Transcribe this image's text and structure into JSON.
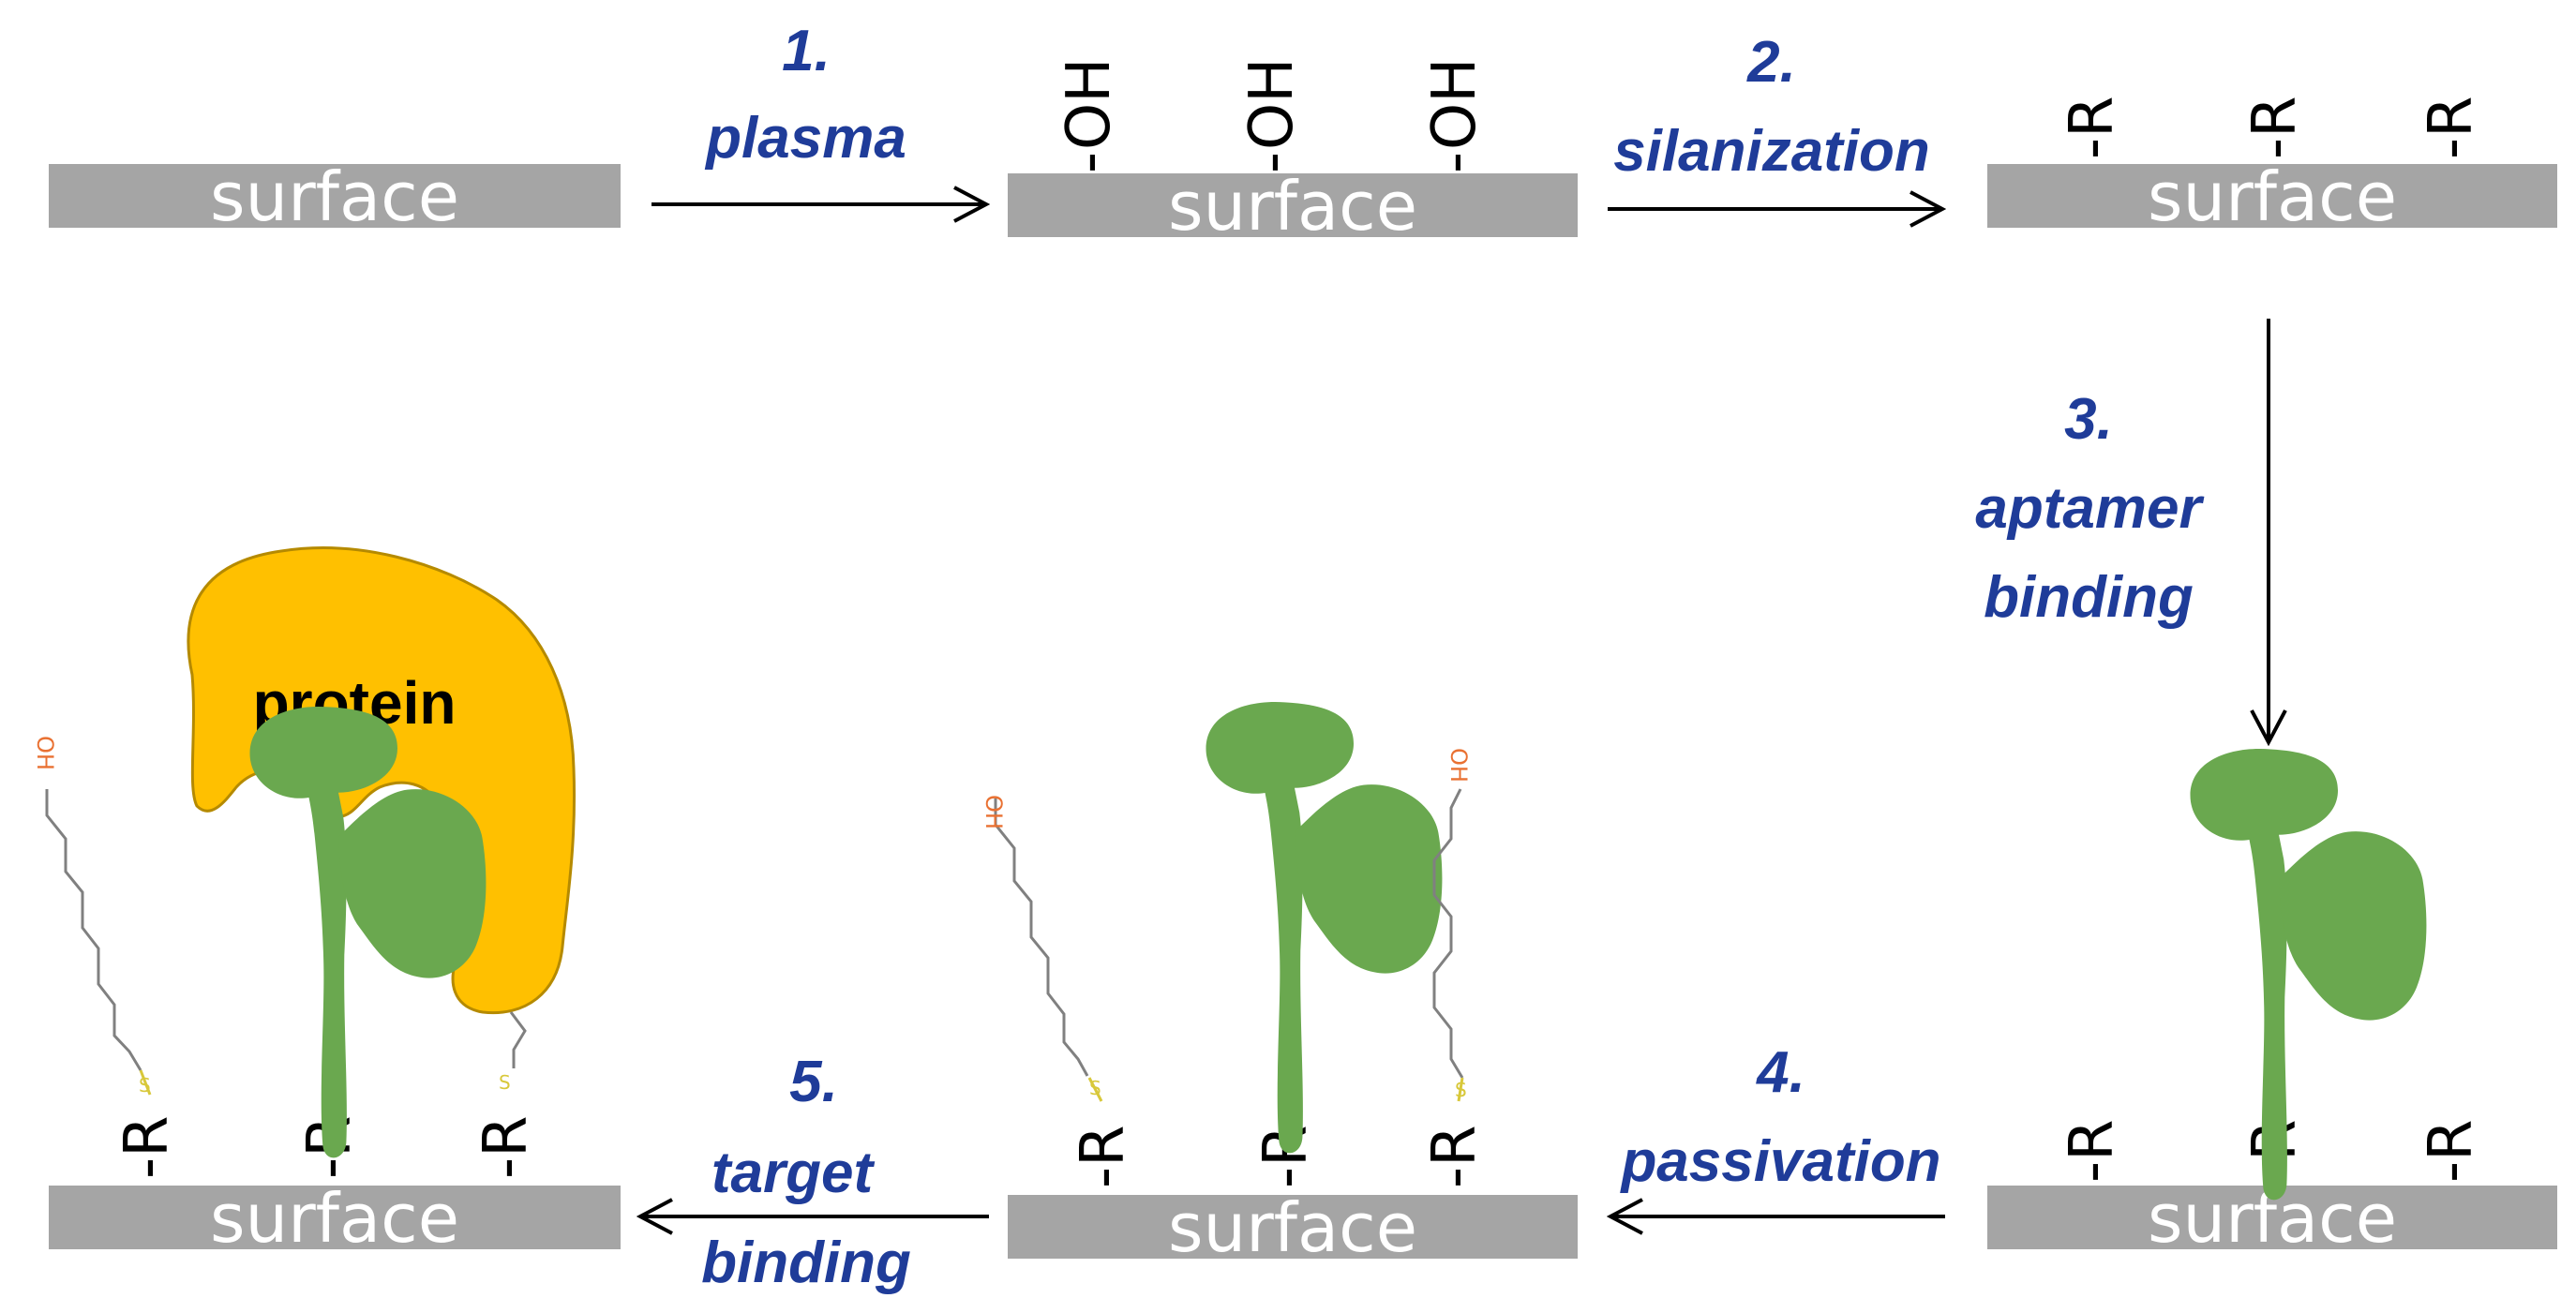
{
  "diagram": {
    "surface_label": "surface",
    "hydroxyl_label": "-OH",
    "r_group_label": "-R",
    "thiol_oh_label": "OH",
    "thiol_s_label": "S",
    "protein_label": "protein",
    "steps": [
      {
        "number": "1.",
        "line1": "plasma",
        "line2": ""
      },
      {
        "number": "2.",
        "line1": "silanization",
        "line2": ""
      },
      {
        "number": "3.",
        "line1": "aptamer",
        "line2": "binding"
      },
      {
        "number": "4.",
        "line1": "passivation",
        "line2": ""
      },
      {
        "number": "5.",
        "line1": "target",
        "line2": "binding"
      }
    ],
    "colors": {
      "surface": "#a5a5a5",
      "step_text": "#1f3c99",
      "aptamer": "#6aa84f",
      "protein_fill": "#ffc000",
      "protein_stroke": "#b58a00",
      "hydroxyl": "#e97132",
      "sulfur": "#d8c83a",
      "chain": "#808080"
    }
  }
}
